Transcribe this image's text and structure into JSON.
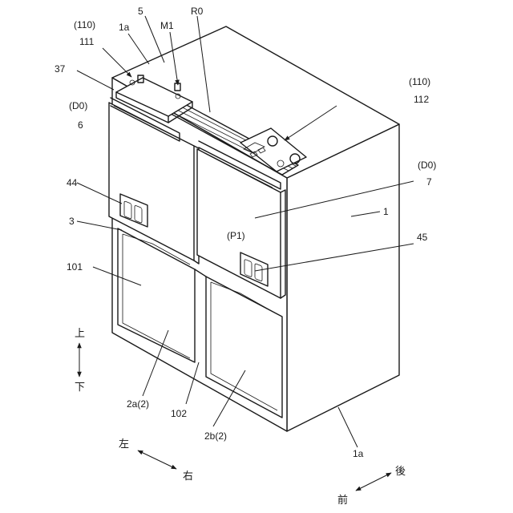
{
  "labels": {
    "l110a": "(110)",
    "l111": "111",
    "l1a_top": "1a",
    "l5": "5",
    "lM1": "M1",
    "lR0": "R0",
    "l37": "37",
    "l110b": "(110)",
    "l112": "112",
    "lD0a": "(D0)",
    "l6": "6",
    "lD0b": "(D0)",
    "l7": "7",
    "l1": "1",
    "l44": "44",
    "l3": "3",
    "lP1": "(P1)",
    "l45": "45",
    "l101": "101",
    "l2a": "2a(2)",
    "l102": "102",
    "l2b": "2b(2)",
    "l1a_bottom": "1a"
  },
  "directions": {
    "up": "上",
    "down": "下",
    "left": "左",
    "right": "右",
    "back": "後",
    "front": "前"
  }
}
